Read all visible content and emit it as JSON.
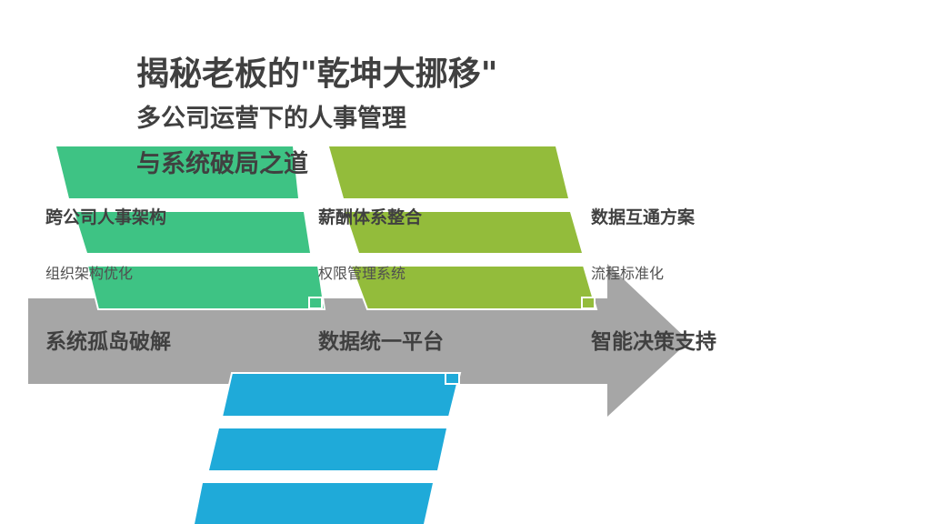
{
  "title": "揭秘老板的\"乾坤大挪移\"",
  "subtitle_line1": "多公司运营下的人事管理",
  "subtitle_line2": "与系统破局之道",
  "columns": [
    {
      "heading": "跨公司人事架构",
      "sub": "组织架构优化",
      "arrow_label": "系统孤岛破解"
    },
    {
      "heading": "薪酬体系整合",
      "sub": "权限管理系统",
      "arrow_label": "数据统一平台"
    },
    {
      "heading": "数据互通方案",
      "sub": "流程标准化",
      "arrow_label": "智能决策支持"
    }
  ],
  "colors": {
    "green": "#3EC384",
    "olive": "#93BC3B",
    "blue": "#1FAAD9",
    "arrow": "#A6A6A6",
    "text": "#404040"
  }
}
